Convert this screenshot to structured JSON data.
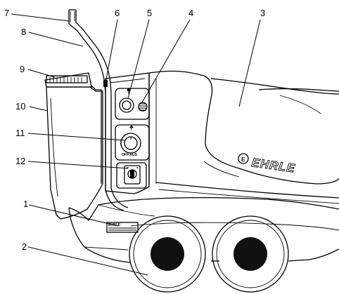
{
  "callouts": [
    "1",
    "2",
    "3",
    "4",
    "5",
    "6",
    "7",
    "8",
    "9",
    "10",
    "11",
    "12"
  ],
  "brand": "EHRLE",
  "plate_text": "EHRLE",
  "switch_label": "OFF/AUS",
  "colors": {
    "line": "#000000",
    "background": "#ffffff",
    "tire": "#111111"
  }
}
